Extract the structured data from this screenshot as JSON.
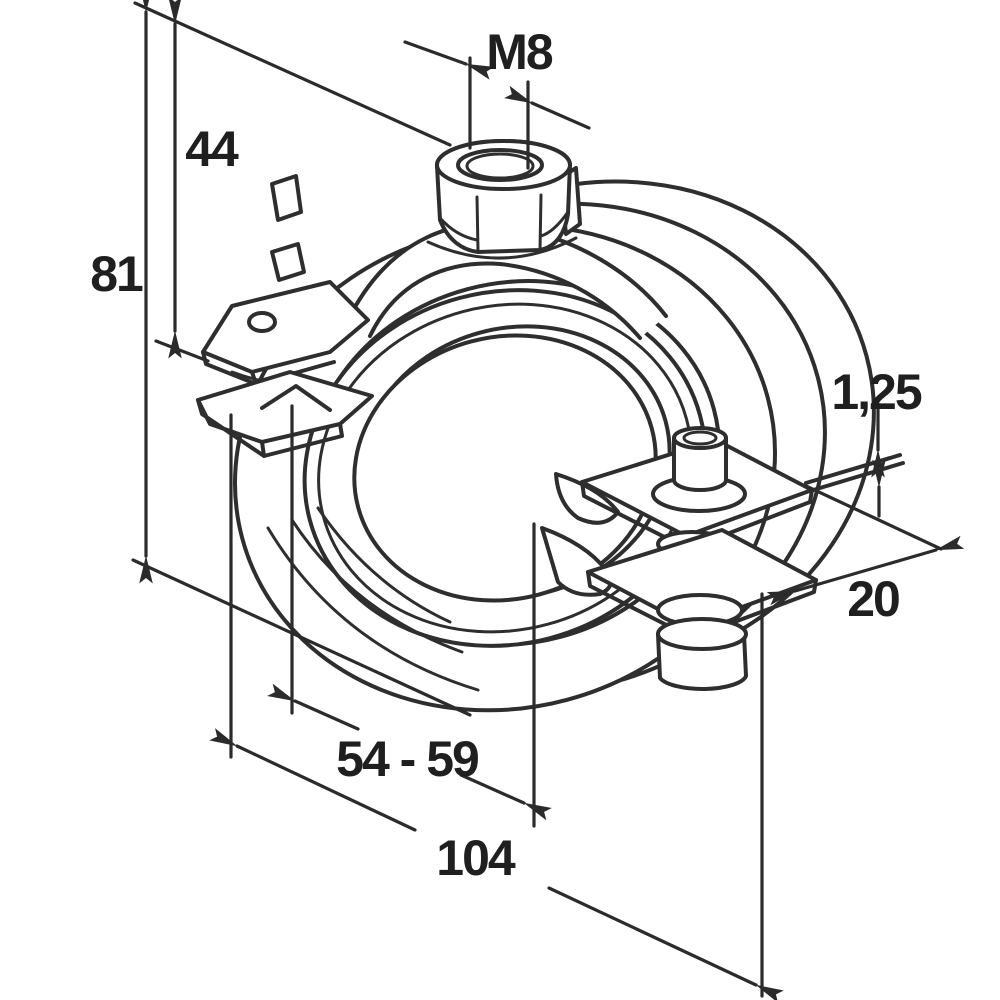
{
  "drawing": {
    "kind": "technical-dimension-drawing",
    "background_color": "#ffffff",
    "line_color": "#2e2e2e",
    "text_color": "#1f1f1f"
  },
  "labels": {
    "thread_size": "M8",
    "top_height": "44",
    "total_height": "81",
    "band_thickness": "1,25",
    "band_width": "20",
    "clamping_range": "54 - 59",
    "overall_width": "104"
  }
}
